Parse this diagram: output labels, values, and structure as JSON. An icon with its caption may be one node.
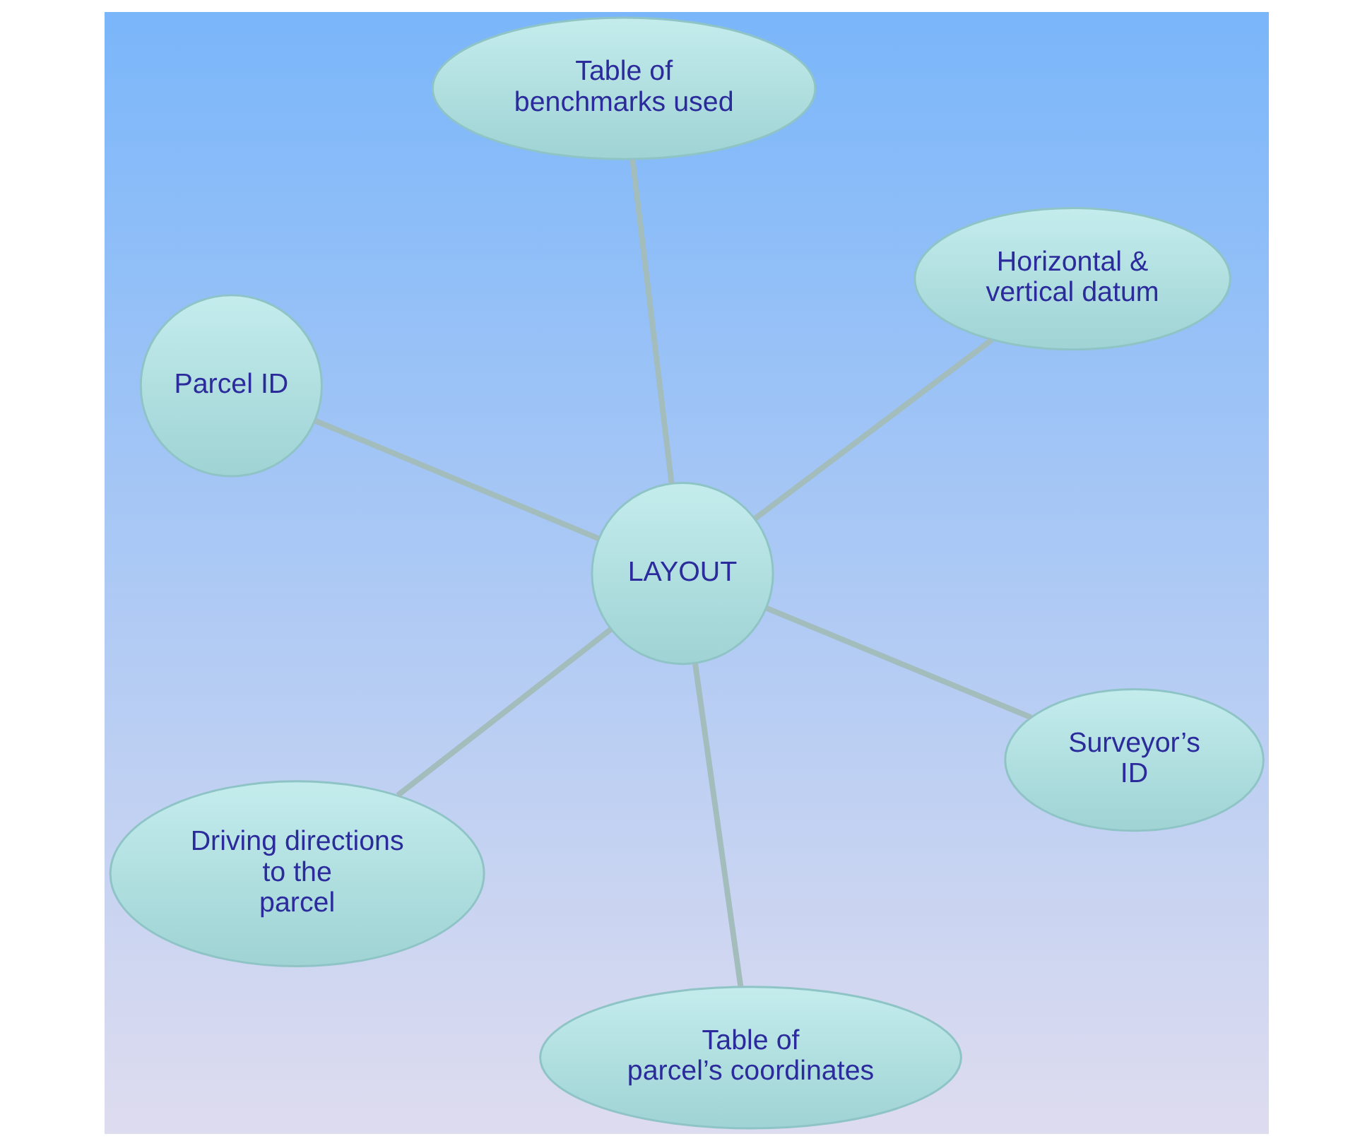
{
  "diagram": {
    "nodes": [
      {
        "text": [
          "Parcel ID"
        ]
      },
      {
        "text": [
          "Surveyor’s ID"
        ]
      },
      {
        "text": [
          "Table of parcel’s coordinates"
        ]
      },
      {
        "text": [
          "LAYOUT"
        ]
      },
      {
        "text": [
          "Horizontal & vertical datum"
        ]
      },
      {
        "text": [
          "Table of benchmarks used"
        ]
      },
      {
        "text": [
          "Driving directions to the parcel"
        ]
      }
    ],
    "edges": [
      {
        "from": 3,
        "to": 0,
        "arrow": "none"
      },
      {
        "from": 3,
        "to": 1,
        "arrow": "none"
      },
      {
        "from": 3,
        "to": 2,
        "arrow": "none"
      },
      {
        "from": 3,
        "to": 4,
        "arrow": "none"
      },
      {
        "from": 3,
        "to": 5,
        "arrow": "none"
      },
      {
        "from": 3,
        "to": 6,
        "arrow": "none"
      }
    ]
  }
}
